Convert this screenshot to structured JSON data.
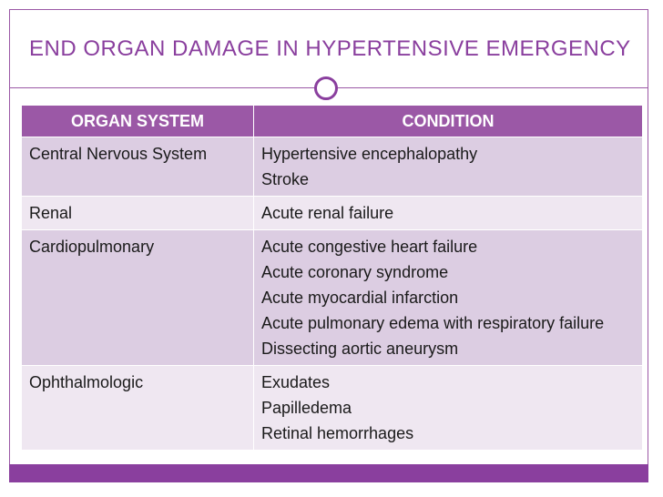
{
  "title": "END ORGAN DAMAGE IN HYPERTENSIVE EMERGENCY",
  "colors": {
    "accent": "#8a3f9e",
    "header_bg": "#9b58a6",
    "row_dark": "#dccde2",
    "row_light": "#efe7f1"
  },
  "table": {
    "headers": [
      "ORGAN SYSTEM",
      "CONDITION"
    ],
    "rows": [
      {
        "organ": "Central Nervous System",
        "conditions": [
          "Hypertensive encephalopathy",
          "Stroke"
        ]
      },
      {
        "organ": "Renal",
        "conditions": [
          "Acute renal failure"
        ]
      },
      {
        "organ": "Cardiopulmonary",
        "conditions": [
          "Acute congestive heart failure",
          "Acute coronary syndrome",
          "Acute myocardial infarction",
          "Acute pulmonary edema with respiratory failure",
          "Dissecting aortic aneurysm"
        ]
      },
      {
        "organ": "Ophthalmologic",
        "conditions": [
          "Exudates",
          "Papilledema",
          "Retinal hemorrhages"
        ]
      }
    ]
  }
}
